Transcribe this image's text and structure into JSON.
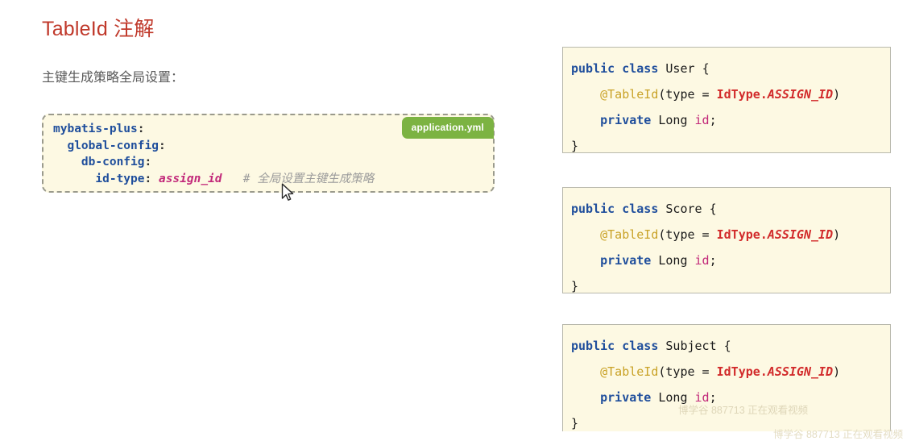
{
  "page_title": "TableId 注解",
  "subtitle": "主键生成策略全局设置：",
  "colors": {
    "title_red": "#c0392b",
    "code_background": "#fdf9e3",
    "badge_green": "#7cb342",
    "keyword_blue": "#1f4e9c",
    "annotation_gold": "#c9a227",
    "enum_red": "#d22b2b",
    "field_magenta": "#c2297a",
    "comment_gray": "#9b9b9b",
    "border_gray": "#b9b9ad"
  },
  "yaml_block": {
    "badge_label": "application.yml",
    "lines": [
      {
        "indent": 0,
        "key": "mybatis-plus",
        "colon": ":"
      },
      {
        "indent": 1,
        "key": "global-config",
        "colon": ":"
      },
      {
        "indent": 2,
        "key": "db-config",
        "colon": ":"
      },
      {
        "indent": 3,
        "key": "id-type",
        "colon": ":",
        "value": "assign_id",
        "comment": "# 全局设置主键生成策略"
      }
    ],
    "full_text": "mybatis-plus:\n  global-config:\n    db-config:\n      id-type: assign_id   # 全局设置主键生成策略"
  },
  "java_blocks": [
    {
      "class_name": "User",
      "modifier": "public",
      "class_keyword": "class",
      "open_brace": "{",
      "close_brace": "}",
      "annotation": "@TableId",
      "annotation_args_open": "(type = ",
      "enum_class": "IdType.",
      "enum_value": "ASSIGN_ID",
      "annotation_args_close": ")",
      "field_modifier": "private",
      "field_type": "Long",
      "field_name": "id",
      "field_terminator": ";"
    },
    {
      "class_name": "Score",
      "modifier": "public",
      "class_keyword": "class",
      "open_brace": "{",
      "close_brace": "}",
      "annotation": "@TableId",
      "annotation_args_open": "(type = ",
      "enum_class": "IdType.",
      "enum_value": "ASSIGN_ID",
      "annotation_args_close": ")",
      "field_modifier": "private",
      "field_type": "Long",
      "field_name": "id",
      "field_terminator": ";"
    },
    {
      "class_name": "Subject",
      "modifier": "public",
      "class_keyword": "class",
      "open_brace": "{",
      "close_brace": "}",
      "annotation": "@TableId",
      "annotation_args_open": "(type = ",
      "enum_class": "IdType.",
      "enum_value": "ASSIGN_ID",
      "annotation_args_close": ")",
      "field_modifier": "private",
      "field_type": "Long",
      "field_name": "id",
      "field_terminator": ";"
    }
  ],
  "watermarks": {
    "main": "博学谷 887713 正在观看视频",
    "partial": "博学谷 887713 正在观看视频"
  }
}
